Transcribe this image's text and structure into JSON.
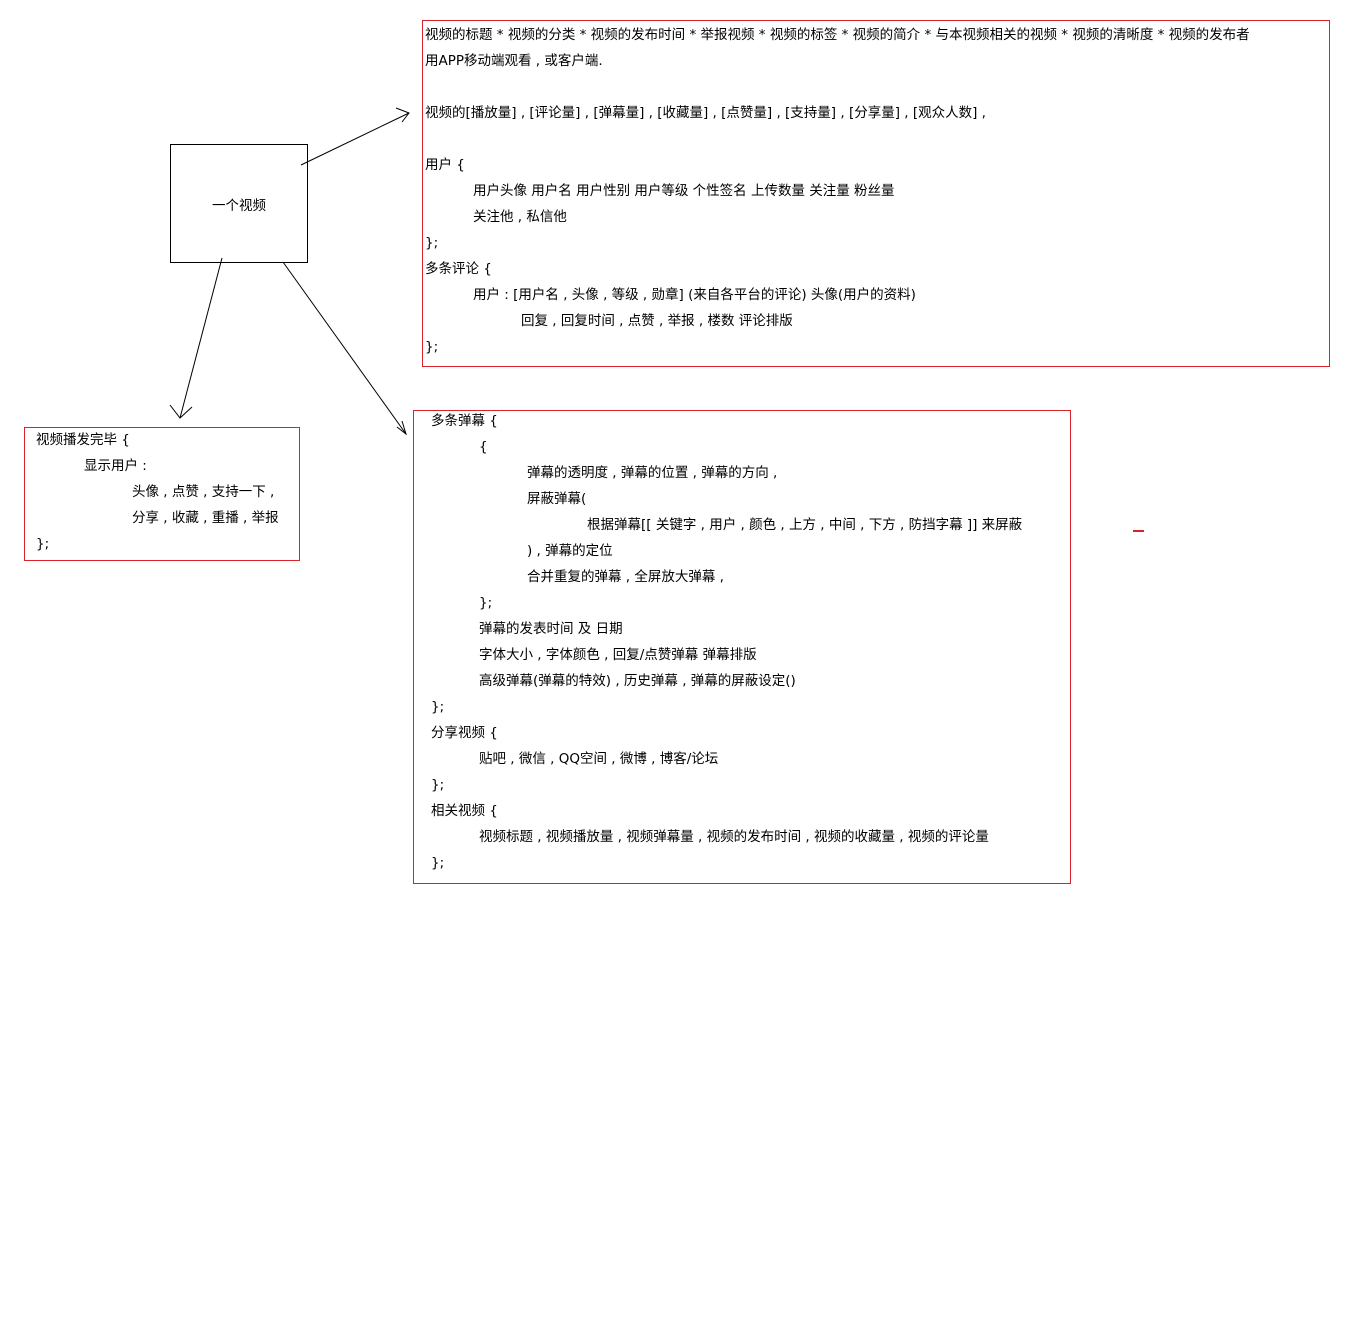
{
  "center_node": {
    "label": "一个视频"
  },
  "top_box": {
    "lines": [
      "视频的标题 * 视频的分类 * 视频的发布时间 * 举报视频 * 视频的标签 * 视频的简介 * 与本视频相关的视频 * 视频的清晰度 * 视频的发布者",
      "用APP移动端观看 , 或客户端.",
      "视频的[播放量] , [评论量] , [弹幕量] , [收藏量] , [点赞量] , [支持量] , [分享量] , [观众人数] ,",
      "用户 {",
      "用户头像    用户名    用户性别    用户等级   个性签名    上传数量    关注量    粉丝量",
      "关注他 ,    私信他",
      "};",
      "多条评论 {",
      "用户 : [用户名 , 头像 , 等级 , 勋章]     (来自各平台的评论)        头像(用户的资料)",
      "回复 , 回复时间 , 点赞 , 举报 , 楼数                 评论排版",
      "};"
    ]
  },
  "left_box": {
    "lines": [
      "视频播发完毕 {",
      "显示用户 :",
      "头像 , 点赞 , 支持一下 ,",
      "分享 , 收藏 , 重播 , 举报",
      "};"
    ]
  },
  "bottom_box": {
    "lines": [
      "多条弹幕 {",
      "{",
      "弹幕的透明度 , 弹幕的位置 , 弹幕的方向 ,",
      "屏蔽弹幕(",
      "根据弹幕[[ 关键字 , 用户 , 颜色 ,  上方 , 中间 , 下方 , 防挡字幕 ]] 来屏蔽",
      ") , 弹幕的定位",
      "合并重复的弹幕 , 全屏放大弹幕 ,",
      "};",
      "弹幕的发表时间 及 日期",
      "字体大小 , 字体颜色 , 回复/点赞弹幕              弹幕排版",
      "高级弹幕(弹幕的特效) , 历史弹幕 , 弹幕的屏蔽设定()",
      "};",
      "分享视频 {",
      "贴吧 , 微信 , QQ空间 , 微博 , 博客/论坛",
      "};",
      "相关视频 {",
      "视频标题 , 视频播放量 , 视频弹幕量 , 视频的发布时间 , 视频的收藏量  , 视频的评论量",
      "};"
    ]
  },
  "colors": {
    "box_border": "#d8232a",
    "node_border": "#000000",
    "arrow": "#000000",
    "text": "#000000",
    "background": "#ffffff"
  }
}
